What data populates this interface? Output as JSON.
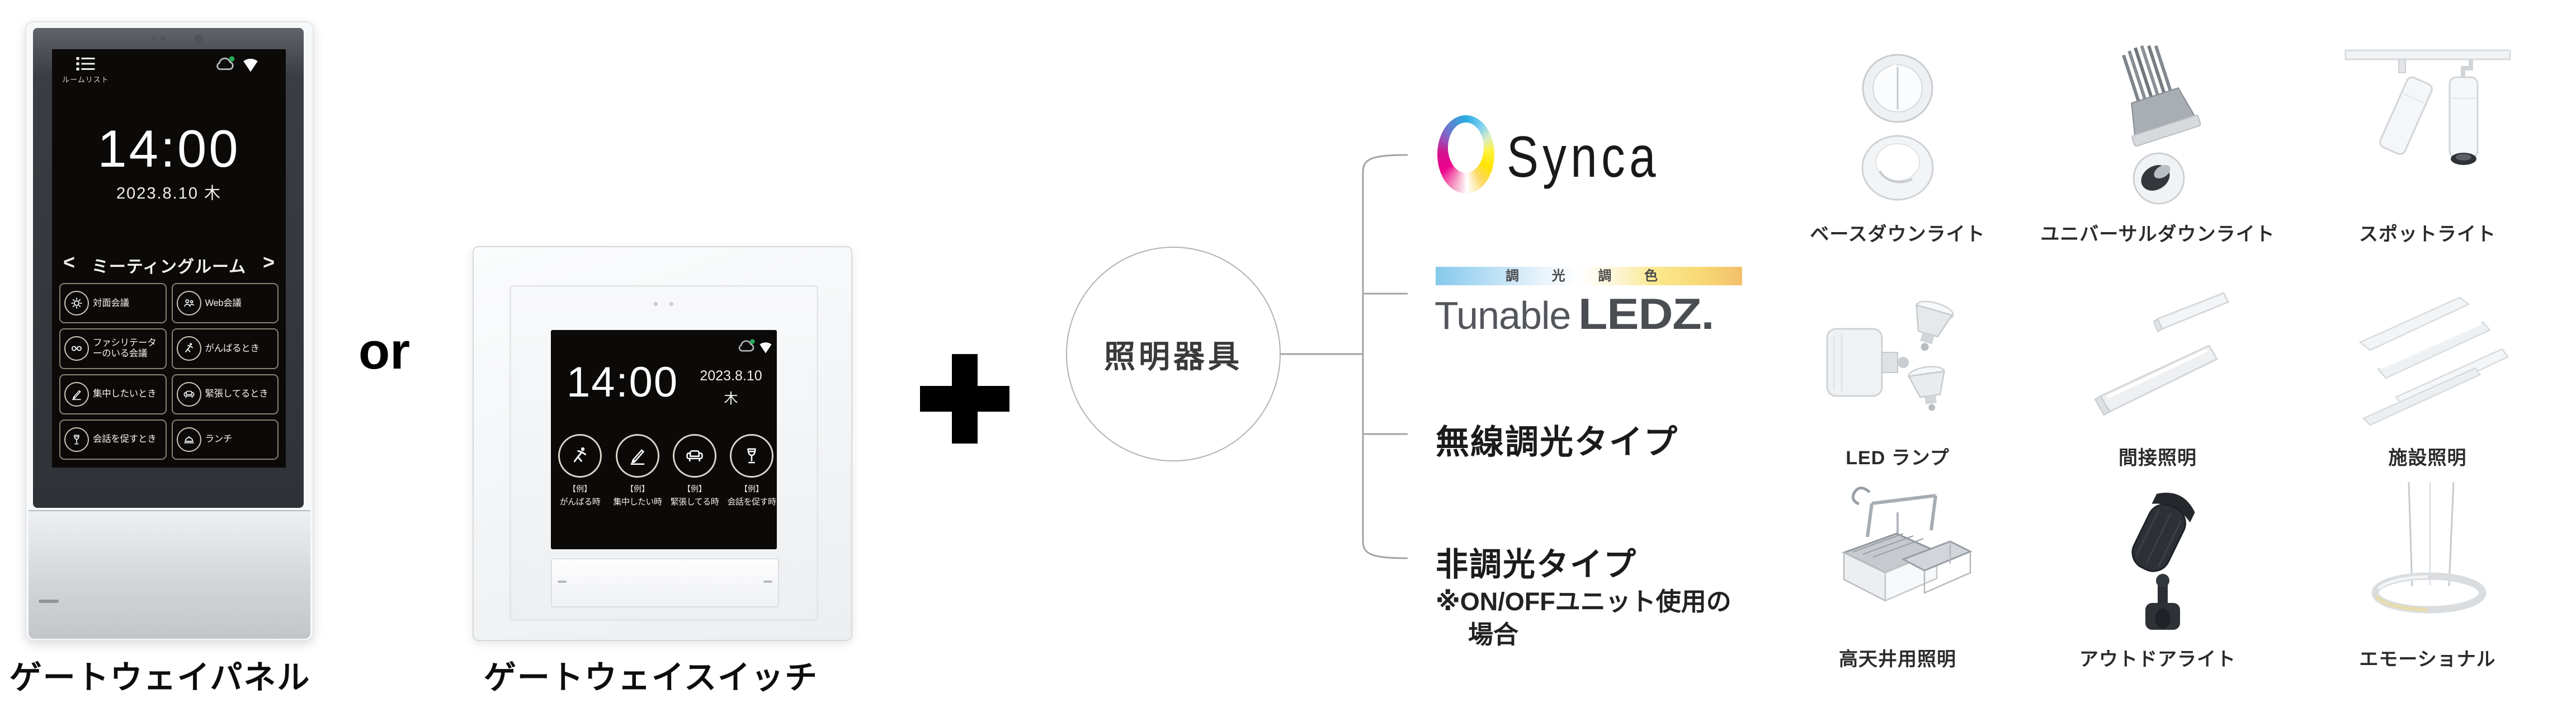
{
  "labels": {
    "panel": "ゲートウェイパネル",
    "switch": "ゲートウェイスイッチ"
  },
  "connectors": {
    "or": "or",
    "plus": "+"
  },
  "panel": {
    "room_list_label": "ルームリスト",
    "time": "14:00",
    "date": "2023.8.10 木",
    "prev": "<",
    "next": ">",
    "room_name": "ミーティングルーム",
    "scenes": [
      {
        "icon": "sun",
        "label": "対面会議"
      },
      {
        "icon": "people",
        "label": "Web会議"
      },
      {
        "icon": "glasses",
        "label": "ファシリテーターのいる会議"
      },
      {
        "icon": "runner",
        "label": "がんばるとき"
      },
      {
        "icon": "pencil",
        "label": "集中したいとき"
      },
      {
        "icon": "sofa",
        "label": "緊張してるとき"
      },
      {
        "icon": "wine",
        "label": "会話を促すとき"
      },
      {
        "icon": "cloche",
        "label": "ランチ"
      }
    ]
  },
  "switch": {
    "time": "14:00",
    "date": "2023.8.10",
    "weekday": "木",
    "scenes": [
      {
        "icon": "runner",
        "tag": "【例】",
        "label": "がんばる時"
      },
      {
        "icon": "pencil",
        "tag": "【例】",
        "label": "集中したい時"
      },
      {
        "icon": "sofa",
        "tag": "【例】",
        "label": "緊張してる時"
      },
      {
        "icon": "wine",
        "tag": "【例】",
        "label": "会話を促す時"
      }
    ]
  },
  "tree": {
    "root": "照明器具",
    "branches": [
      {
        "kind": "synca",
        "text": "Synca"
      },
      {
        "kind": "tunable",
        "bar_label": "調 光 調 色",
        "brand": "Tunable",
        "brand_bold": "LEDZ."
      },
      {
        "kind": "plain",
        "title": "無線調光タイプ"
      },
      {
        "kind": "plain",
        "title": "非調光タイプ",
        "note_line1": "※ON/OFFユニット使用の",
        "note_line2": "場合"
      }
    ]
  },
  "products": {
    "items": [
      {
        "icon": "base-downlight",
        "label": "ベースダウンライト"
      },
      {
        "icon": "universal-downlight",
        "label": "ユニバーサルダウンライト"
      },
      {
        "icon": "spotlight",
        "label": "スポットライト"
      },
      {
        "icon": "led-lamp",
        "label": "LED ランプ"
      },
      {
        "icon": "indirect-lighting",
        "label": "間接照明"
      },
      {
        "icon": "facility-lighting",
        "label": "施設照明"
      },
      {
        "icon": "high-ceiling",
        "label": "高天井用照明"
      },
      {
        "icon": "outdoor-light",
        "label": "アウトドアライト"
      },
      {
        "icon": "emotional",
        "label": "エモーショナル"
      }
    ]
  },
  "colors": {
    "screen_bg": "#0c0a08",
    "button_border": "#8a8274",
    "tree_line": "#a3a3a3",
    "synca_cyan": "#29abe2",
    "synca_magenta": "#ec008c",
    "synca_yellow": "#fff23c",
    "status_green": "#27a85a"
  }
}
